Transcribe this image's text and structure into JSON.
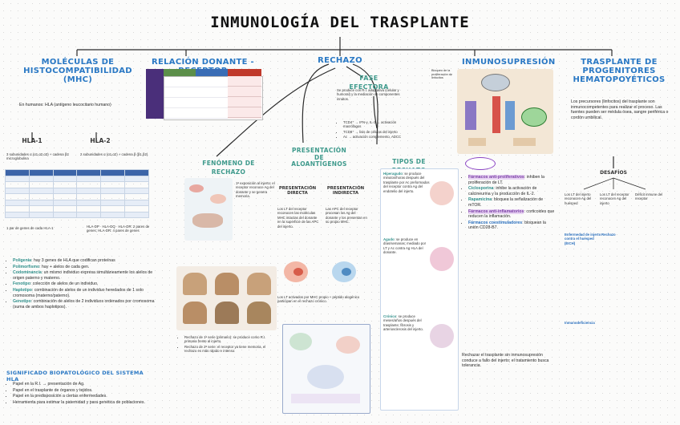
{
  "title": "INMUNOLOGÍA DEL TRASPLANTE",
  "sections": {
    "mhc": {
      "header": "MOLÉCULAS DE HISTOCOMPATIBILIDAD (MHC)",
      "intro": "En humanos: HLA (antígeno leucocitario humano)",
      "hla1_title": "HLA-1",
      "hla1_text": "3 subunidades α (α1,α2,α3) + cadena β2 microglobulina",
      "hla2_title": "HLA-2",
      "hla2_text": "2 subunidades α (α1,α2) + cadena β (β1,β2)",
      "below_hla1": "1 par de genes de cada HLA-1",
      "below_hla2": "HLA-DP · HLA-DQ · HLA-DR: 2 pares de genes; HLA-DR: 4 pares de genes",
      "bullets": [
        {
          "term": "Poligenia",
          "text": "hay 3 genes de HLA que codifican proteínas"
        },
        {
          "term": "Polimorfismo",
          "text": "hay + alelos de cada gen."
        },
        {
          "term": "Codominancia",
          "text": "un mismo individuo expresa simultáneamente los alelos de origen paterno y materno."
        },
        {
          "term": "Fenotipo",
          "text": "colección de alelos de un individuo."
        },
        {
          "term": "Haplotipo",
          "text": "combinación de alelos de un individuo heredados de 1 solo cromosoma (materno/paterno)."
        },
        {
          "term": "Genotipo",
          "text": "combinación de alelos de 2 individuos ordenados por cromosoma (suma de ambos haplotipos)."
        }
      ],
      "significance_header": "SIGNIFICADO BIOPATOLÓGICO DEL SISTEMA HLA",
      "significance": [
        "Papel en la R.I. → presentación de Ag.",
        "Papel en el trasplante de órganos y tejidos.",
        "Papel en la predisposición a ciertas enfermedades.",
        "Herramienta para estimar la paternidad y para genética de poblaciones."
      ]
    },
    "donor": {
      "header": "RELACIÓN DONANTE - RECEPTOR"
    },
    "rejection": {
      "header": "RECHAZO",
      "effector_header": "FASE EFECTORA",
      "effector_text": "Se produce con R.I. adaptativa (celular y humoral) y la mediación de componentes innatos.",
      "effector_items": [
        "TCD4⁺ → IFN-γ, IL-2 → activación macrófagos",
        "TCD8⁺ → lisis de células del injerto",
        "Ac → activación complemento, ADCC"
      ],
      "phenomenon_header": "FENÓMENO DE RECHAZO",
      "phenomenon_text": "1ª exposición al injerto: el receptor reconoce Ag del donante y se genera memoria.",
      "first_set": "Rechazo de 1ª serie (primario): se produce como R.I. primaria frente al injerto.",
      "second_set": "Rechazo de 2ª serie: el receptor ya tiene memoria, el rechazo es más rápido e intenso.",
      "presentation_header": "PRESENTACIÓN DE ALOANTÍGENOS",
      "direct_header": "PRESENTACIÓN DIRECTA",
      "direct_text": "Los LT del receptor reconocen las moléculas MHC intactas del donante en la superficie de las APC del injerto.",
      "indirect_header": "PRESENTACIÓN INDIRECTA",
      "indirect_text": "Las APC del receptor procesan los Ag del donante y los presentan en su propio MHC.",
      "presentation_note": "Los LT activados por MHC propio + péptido alogénico participan en el rechazo crónico.",
      "types_header": "TIPOS DE RECHAZO",
      "types": [
        {
          "term": "Hiperagudo",
          "text": "se produce minutos/horas después del trasplante por Ac preformados del receptor contra Ag del endotelio del injerto."
        },
        {
          "term": "Agudo",
          "text": "se produce en días/semanas; mediado por LT y Ac contra Ag HLA del donante."
        },
        {
          "term": "Crónico",
          "text": "se produce meses/años después del trasplante; fibrosis y arteriosclerosis del injerto."
        }
      ]
    },
    "immunosuppression": {
      "header": "INMUNOSUPRESIÓN",
      "label_left": "Bloqueo de la proliferación de linfocitos",
      "items": [
        {
          "term": "Fármacos anti-proliferativos",
          "text": "inhiben la proliferación de LT."
        },
        {
          "term": "Ciclosporina",
          "text": "inhibe la activación de calcineurina y la producción de IL-2."
        },
        {
          "term": "Rapamicina",
          "text": "bloquea la señalización de mTOR."
        },
        {
          "term": "Fármacos anti-inflamatorios",
          "text": "corticoides que reducen la inflamación."
        },
        {
          "term": "Fármacos coestimuladores",
          "text": "bloquean la unión CD28-B7."
        }
      ],
      "note": "Rechazar el trasplante sin inmunosupresión conduce a fallo del injerto; el tratamiento busca tolerancia."
    },
    "progenitors": {
      "header": "TRASPLANTE DE PROGENITORES HEMATOPOYÉTICOS",
      "intro": "Los precursores (linfocitos) del trasplante son inmunocompetentes para realizar el proceso. Las fuentes pueden ser médula ósea, sangre periférica o cordón umbilical.",
      "challenges": "DESAFÍOS",
      "col1": "Los LT del injerto reconocen Ag del huésped",
      "col2": "Los LT del receptor reconocen Ag del injerto",
      "col3": "Déficit inmune del receptor",
      "gvhd": "Enfermedad de injerto contra el huésped (EICH)",
      "rejection_label": "Rechazo",
      "immunodeficiency": "Inmunodeficiencia"
    }
  },
  "colors": {
    "header_blue": "#2a78c4",
    "teal": "#2f8f8a",
    "purple": "#7b3fa6"
  }
}
